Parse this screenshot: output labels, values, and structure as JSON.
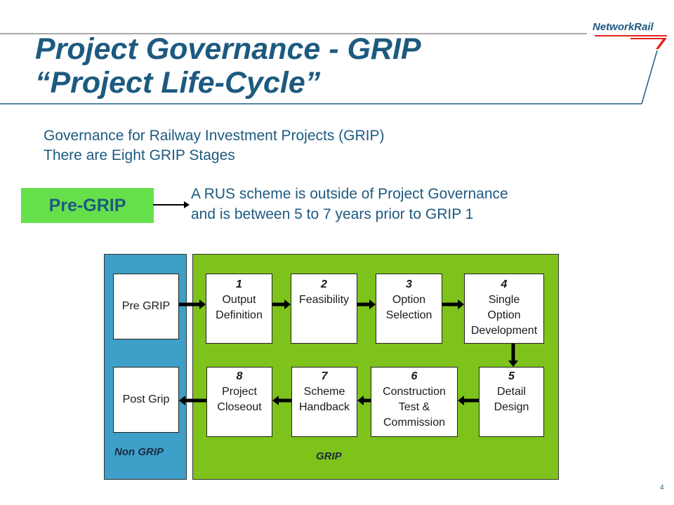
{
  "header": {
    "title_line1": "Project Governance - GRIP",
    "title_line2": "“Project Life-Cycle”",
    "logo_text": "NetworkRail"
  },
  "intro": {
    "line1": "Governance for Railway Investment Projects  (GRIP)",
    "line2": "There are Eight GRIP Stages"
  },
  "pregrip": {
    "label": "Pre-GRIP",
    "note_line1": "A RUS scheme is outside of Project Governance",
    "note_line2": "and is between 5 to 7 years prior to GRIP 1"
  },
  "diagram": {
    "nongrip_label": "Non GRIP",
    "grip_label": "GRIP",
    "nongrip_boxes": {
      "pre": "Pre GRIP",
      "post": "Post Grip"
    },
    "stages": [
      {
        "num": "1",
        "lines": [
          "Output",
          "Definition"
        ]
      },
      {
        "num": "2",
        "lines": [
          "Feasibility"
        ]
      },
      {
        "num": "3",
        "lines": [
          "Option",
          "Selection"
        ]
      },
      {
        "num": "4",
        "lines": [
          "Single",
          "Option",
          "Development"
        ]
      },
      {
        "num": "5",
        "lines": [
          "Detail",
          "Design"
        ]
      },
      {
        "num": "6",
        "lines": [
          "Construction",
          "Test &",
          "Commission"
        ]
      },
      {
        "num": "7",
        "lines": [
          "Scheme",
          "Handback"
        ]
      },
      {
        "num": "8",
        "lines": [
          "Project",
          "Closeout"
        ]
      }
    ]
  },
  "page_number": "4",
  "colors": {
    "title_blue": "#1d5a80",
    "pregrip_green": "#66e04a",
    "grip_green": "#7ec31c",
    "nongrip_blue": "#3ea0c8",
    "logo_red": "#e2231a"
  }
}
